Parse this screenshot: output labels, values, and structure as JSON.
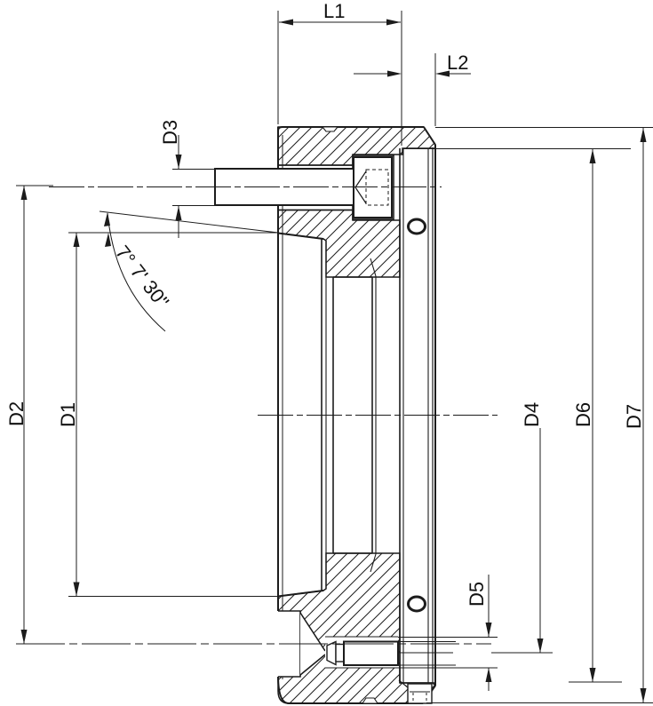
{
  "drawing": {
    "type": "technical-section-drawing",
    "subject": "lathe chuck adapter flange cross-section with short taper mount and fixing screws",
    "labels": {
      "l1": "L1",
      "l2": "L2",
      "d1": "D1",
      "d2": "D2",
      "d3": "D3",
      "d4": "D4",
      "d5": "D5",
      "d6": "D6",
      "d7": "D7",
      "angle": "7° 7' 30\""
    },
    "colors": {
      "line": "#1c1c1c",
      "background": "#ffffff"
    }
  }
}
